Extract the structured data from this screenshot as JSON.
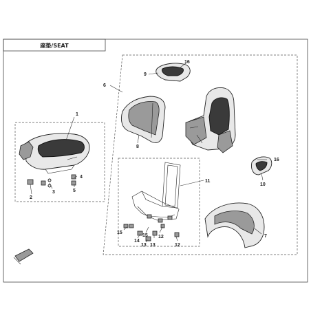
{
  "diagram": {
    "title": "座垫/SEAT",
    "callouts": [
      "1",
      "2",
      "3",
      "4",
      "5",
      "6",
      "7",
      "8",
      "9",
      "16",
      "10",
      "16",
      "11",
      "15",
      "14",
      "13",
      "12",
      "15",
      "13",
      "12"
    ]
  }
}
